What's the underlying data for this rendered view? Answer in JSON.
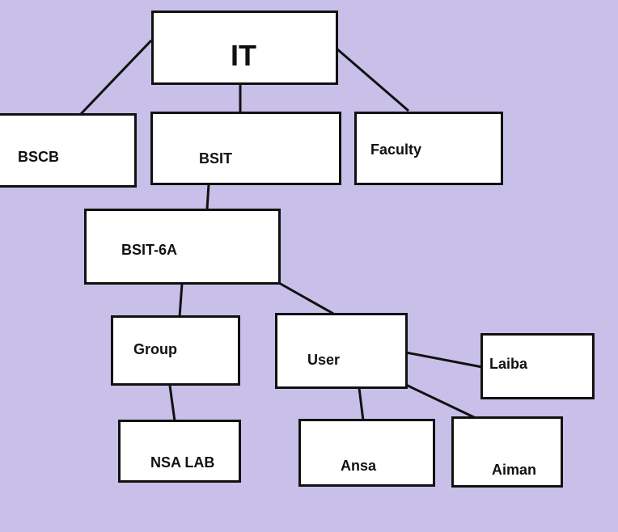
{
  "diagram": {
    "background_color": "#c8c0e8",
    "box_fill": "#ffffff",
    "line_color": "#111111",
    "nodes": {
      "it": "IT",
      "bscb": "BSCB",
      "bsit": "BSIT",
      "faculty": "Faculty",
      "bsit6a": "BSIT-6A",
      "group": "Group",
      "user": "User",
      "laiba": "Laiba",
      "nsa_lab": "NSA LAB",
      "ansa": "Ansa",
      "aiman": "Aiman"
    },
    "edges": [
      [
        "it",
        "bscb"
      ],
      [
        "it",
        "bsit"
      ],
      [
        "it",
        "faculty"
      ],
      [
        "bsit",
        "bsit6a"
      ],
      [
        "bsit6a",
        "group"
      ],
      [
        "bsit6a",
        "user"
      ],
      [
        "group",
        "nsa_lab"
      ],
      [
        "user",
        "laiba"
      ],
      [
        "user",
        "ansa"
      ],
      [
        "user",
        "aiman"
      ]
    ]
  }
}
